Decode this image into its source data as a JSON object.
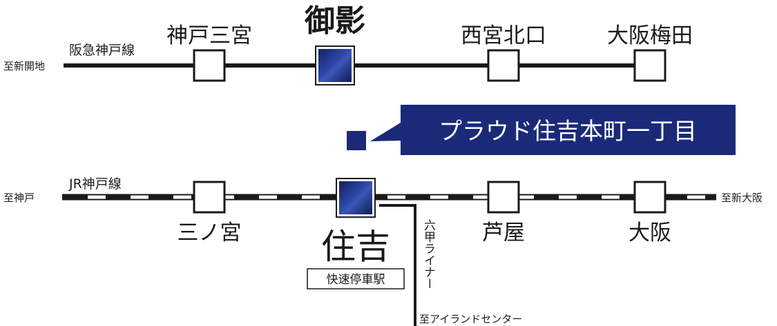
{
  "hankyu": {
    "line_name": "阪急神戸線",
    "to_label": "至新開地",
    "stations": [
      "神戸三宮",
      "御影",
      "西宮北口",
      "大阪梅田"
    ]
  },
  "property": {
    "name": "プラウド住吉本町一丁目",
    "color": "#1b2a78"
  },
  "jr": {
    "line_name": "JR神戸線",
    "to_left": "至神戸",
    "to_right": "至新大阪",
    "stations": [
      "三ノ宮",
      "住吉",
      "芦屋",
      "大阪"
    ],
    "rapid_badge": "快速停車駅"
  },
  "rokko_liner": {
    "name": "六甲ライナー",
    "to_label": "至アイランドセンター"
  },
  "colors": {
    "line": "#1a1a1a",
    "highlight_station": "#1b2a78",
    "highlight_gradient_light": "#3550b0"
  }
}
